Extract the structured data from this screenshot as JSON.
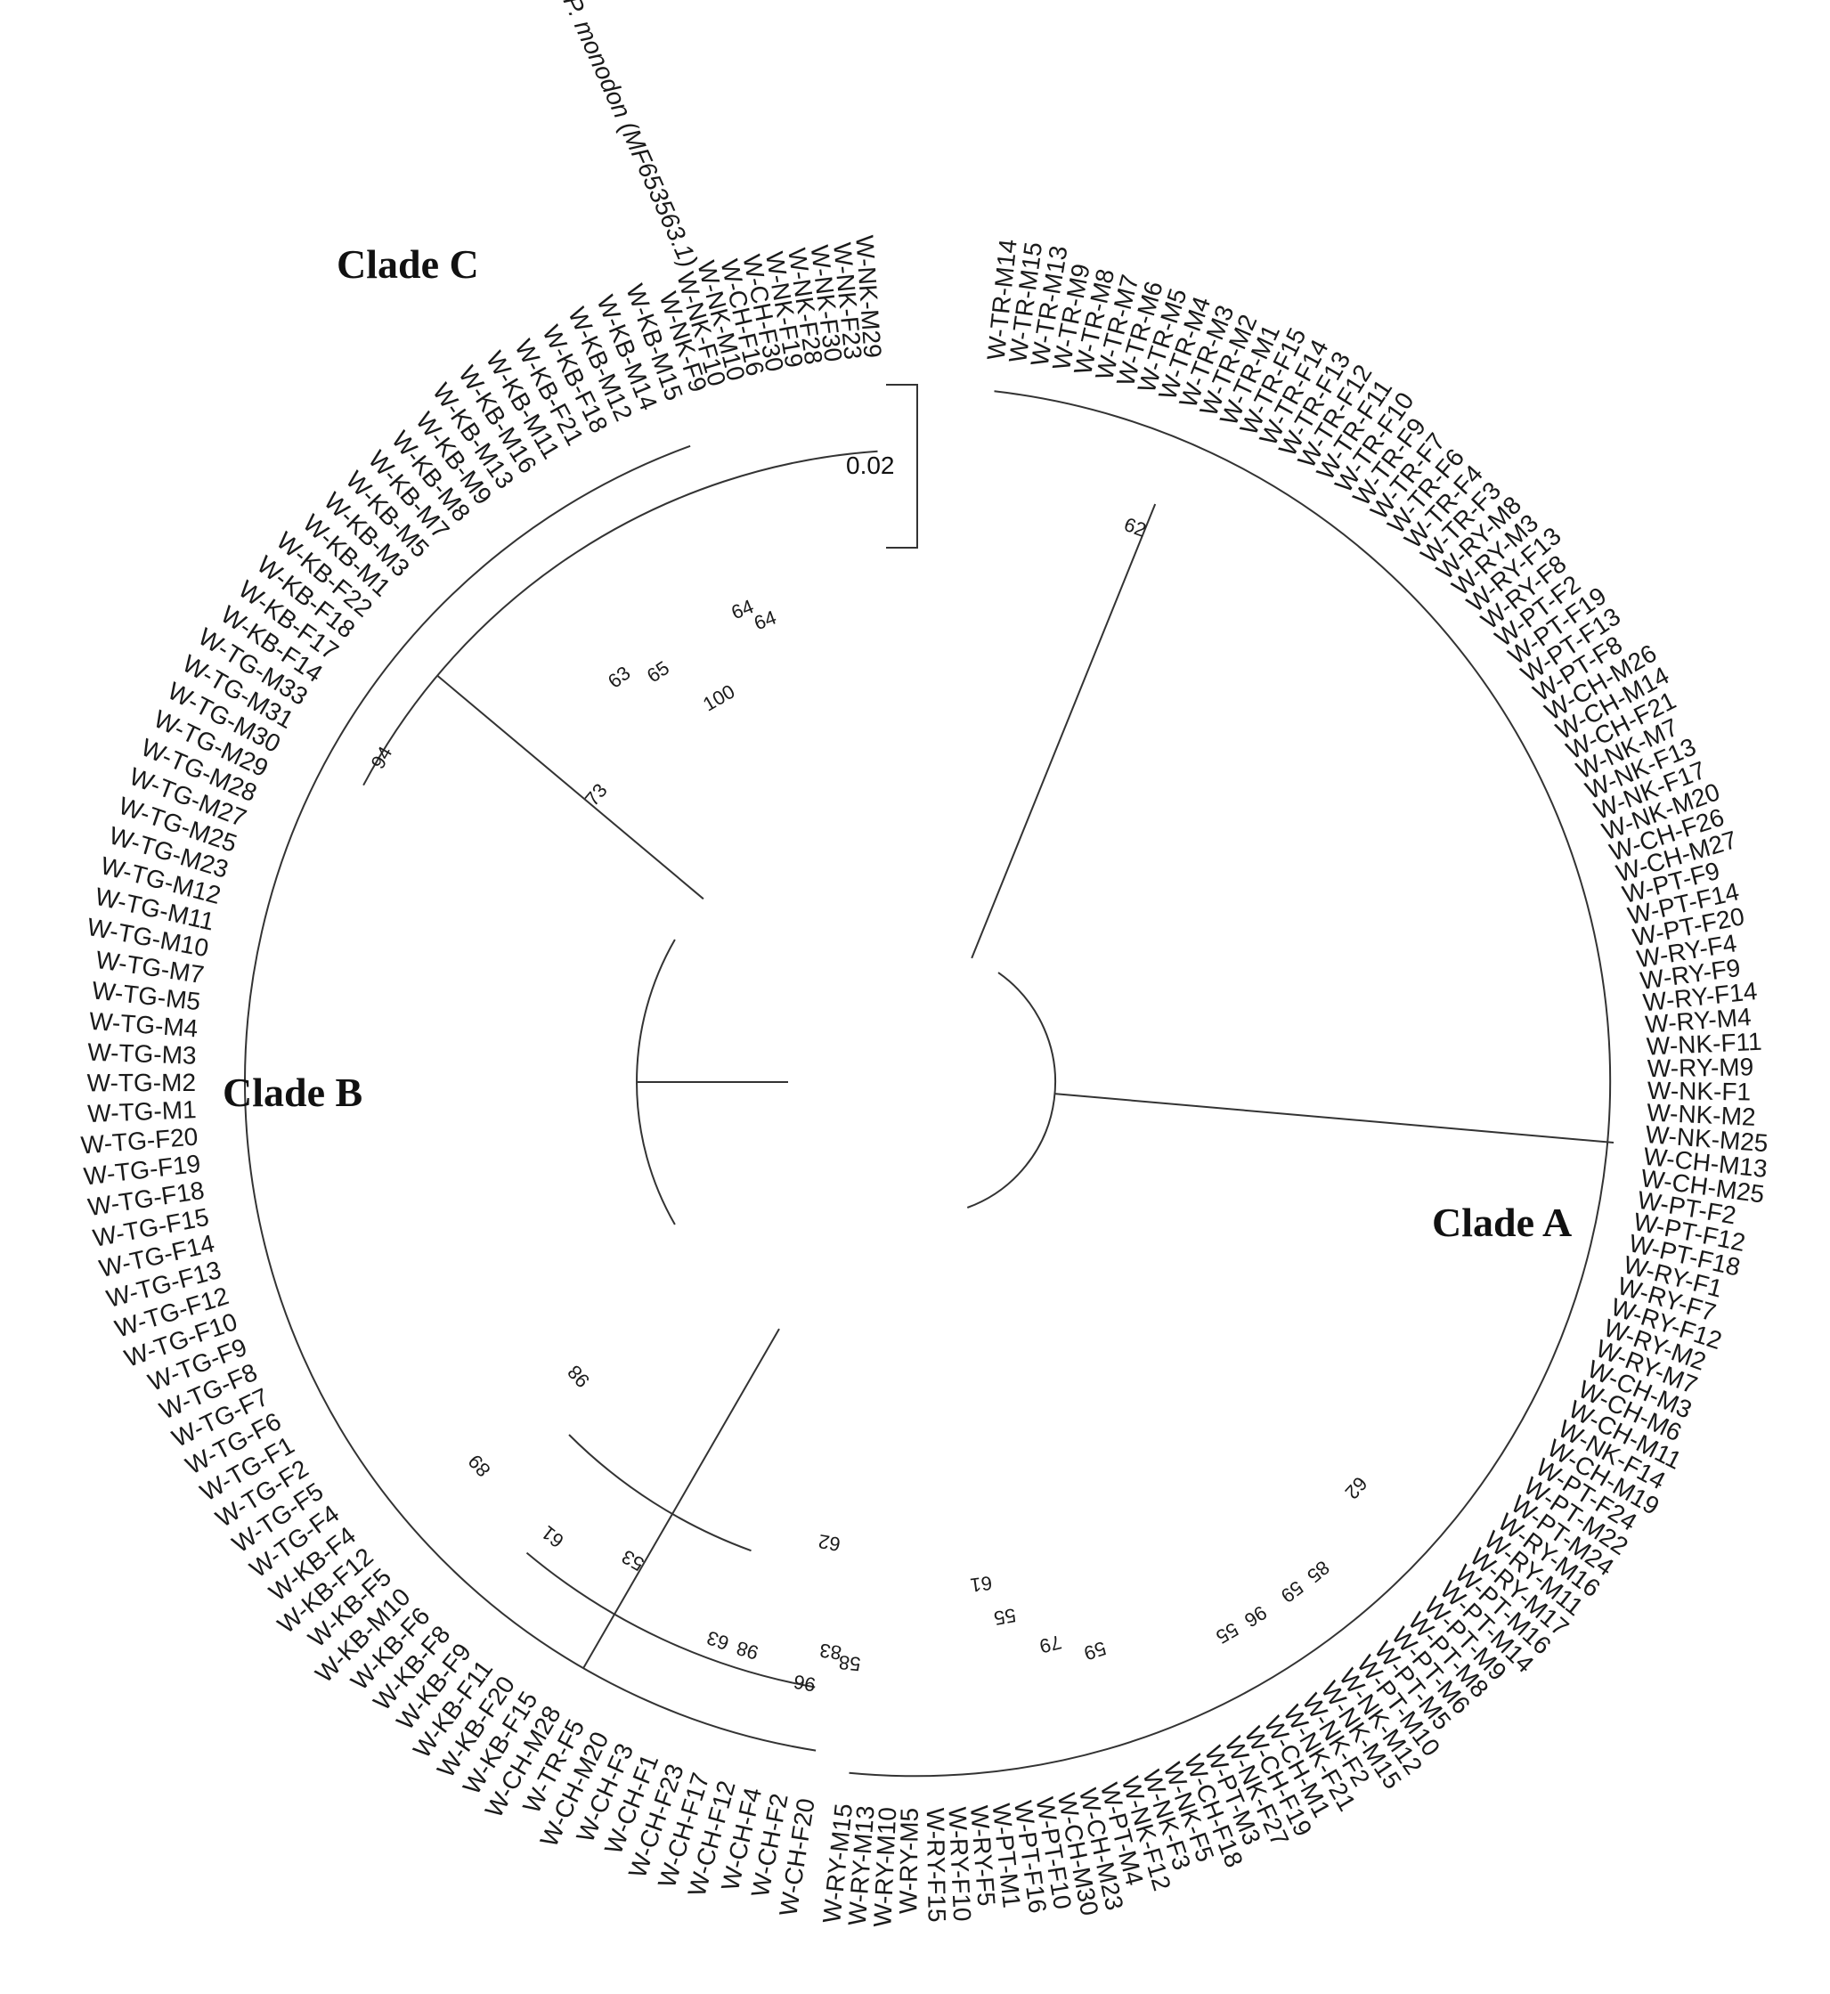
{
  "outgroup": {
    "label": "P. monodon (MF653563.1)"
  },
  "scale_bar": {
    "label": "0.02"
  },
  "clades": [
    {
      "id": "A",
      "label": "Clade A"
    },
    {
      "id": "B",
      "label": "Clade B"
    },
    {
      "id": "C",
      "label": "Clade C"
    }
  ],
  "bootstrap_values": [
    "64",
    "64",
    "100",
    "63",
    "65",
    "73",
    "94",
    "62",
    "62",
    "89",
    "98",
    "61",
    "53",
    "62",
    "63",
    "98",
    "96",
    "83",
    "58",
    "61",
    "55",
    "79",
    "59",
    "55",
    "96",
    "59",
    "85"
  ],
  "leaves_clade_a": [
    "W-TR-M14",
    "W-TR-M15",
    "W-TR-M13",
    "W-TR-M9",
    "W-TR-M8",
    "W-TR-M7",
    "W-TR-M6",
    "W-TR-M5",
    "W-TR-M4",
    "W-TR-M3",
    "W-TR-M2",
    "W-TR-M1",
    "W-TR-F15",
    "W-TR-F14",
    "W-TR-F13",
    "W-TR-F12",
    "W-TR-F11",
    "W-TR-F10",
    "W-TR-F9",
    "W-TR-F7",
    "W-TR-F6",
    "W-TR-F4",
    "W-TR-F3",
    "W-RY-M8",
    "W-RY-M3",
    "W-RY-F13",
    "W-RY-F8",
    "W-PT-F2",
    "W-PT-F19",
    "W-PT-F13",
    "W-PT-F8",
    "W-CH-M26",
    "W-CH-M14",
    "W-CH-F21",
    "W-NK-M7",
    "W-NK-F13",
    "W-NK-F17",
    "W-NK-M20",
    "W-CH-F26",
    "W-CH-M27",
    "W-PT-F9",
    "W-PT-F14",
    "W-PT-F20",
    "W-RY-F4",
    "W-RY-F9",
    "W-RY-F14",
    "W-RY-M4",
    "W-NK-F11",
    "W-RY-M9",
    "W-NK-F1",
    "W-NK-M2",
    "W-NK-M25",
    "W-CH-M13",
    "W-CH-M25",
    "W-PT-F2",
    "W-PT-F12",
    "W-PT-F18",
    "W-RY-F1",
    "W-RY-F7",
    "W-RY-F12",
    "W-RY-M2",
    "W-RY-M7",
    "W-CH-M3",
    "W-CH-M6",
    "W-CH-M11",
    "W-NK-F14",
    "W-CH-M19",
    "W-PT-F24",
    "W-PT-M22",
    "W-PT-M24",
    "W-RY-M16",
    "W-RY-M11",
    "W-RY-M17",
    "W-PT-M16",
    "W-PT-M14",
    "W-PT-M9",
    "W-PT-M8",
    "W-PT-M6",
    "W-PT-M5",
    "W-PT-M10",
    "W-NK-M12",
    "W-NK-M15",
    "W-NK-F2",
    "W-NK-F21",
    "W-CH-M1",
    "W-CH-F19",
    "W-NK-F27",
    "W-PT-M3",
    "W-CH-F18",
    "W-NK-F5",
    "W-NK-F3",
    "W-NK-F12",
    "W-PT-M4",
    "W-CH-M23",
    "W-CH-M30",
    "W-PT-F10",
    "W-PT-F16",
    "W-PT-M1",
    "W-RY-F5",
    "W-RY-F10",
    "W-RY-F15",
    "W-RY-M5",
    "W-RY-M10",
    "W-RY-M13",
    "W-RY-M15"
  ],
  "leaves_clade_b": [
    "W-CH-F20",
    "W-CH-F2",
    "W-CH-F4",
    "W-CH-F12",
    "W-CH-F17",
    "W-CH-F23",
    "W-CH-F1",
    "W-CH-F3",
    "W-CH-M20",
    "W-TR-F5",
    "W-CH-M28",
    "W-KB-F15",
    "W-KB-F20",
    "W-KB-F11",
    "W-KB-F9",
    "W-KB-F8",
    "W-KB-F6",
    "W-KB-M10",
    "W-KB-F5",
    "W-KB-F12",
    "W-KB-F4",
    "W-TG-F4",
    "W-TG-F5",
    "W-TG-F2",
    "W-TG-F1",
    "W-TG-F6",
    "W-TG-F7",
    "W-TG-F8",
    "W-TG-F9",
    "W-TG-F10",
    "W-TG-F12",
    "W-TG-F13",
    "W-TG-F14",
    "W-TG-F15",
    "W-TG-F18",
    "W-TG-F19",
    "W-TG-F20",
    "W-TG-M1",
    "W-TG-M2",
    "W-TG-M3",
    "W-TG-M4",
    "W-TG-M5",
    "W-TG-M7",
    "W-TG-M10",
    "W-TG-M11",
    "W-TG-M12",
    "W-TG-M23",
    "W-TG-M25",
    "W-TG-M27",
    "W-TG-M28",
    "W-TG-M29",
    "W-TG-M30",
    "W-TG-M31",
    "W-TG-M33",
    "W-KB-F14",
    "W-KB-F17",
    "W-KB-F18",
    "W-KB-F22",
    "W-KB-M1",
    "W-KB-M3",
    "W-KB-M5",
    "W-KB-M7",
    "W-KB-M8",
    "W-KB-M9",
    "W-KB-M13",
    "W-KB-M16",
    "W-KB-M11",
    "W-KB-F21",
    "W-KB-F18",
    "W-KB-M12",
    "W-KB-M14",
    "W-KB-M15"
  ],
  "leaves_clade_c": [
    "W-NK-F9",
    "W-NK-F10",
    "W-NK-M10",
    "W-CH-F16",
    "W-CH-F30",
    "W-NK-F19",
    "W-NK-F28",
    "W-NK-F30",
    "W-NK-F23",
    "W-NK-M29"
  ]
}
